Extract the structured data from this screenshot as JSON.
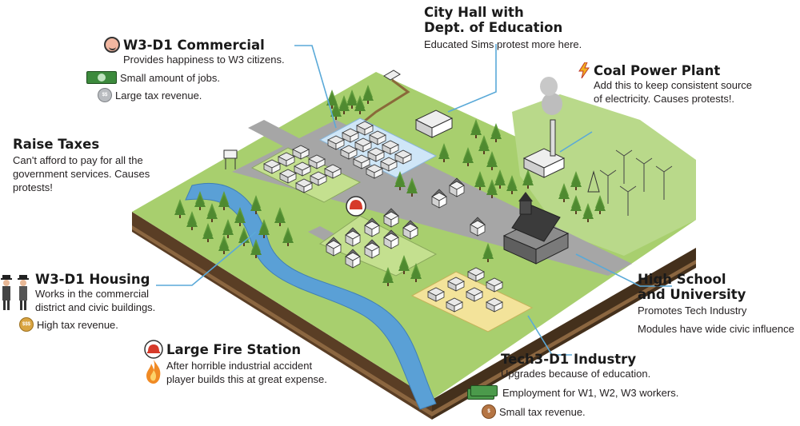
{
  "callouts": {
    "commercial": {
      "title": "W3-D1 Commercial",
      "desc": "Provides happiness to W3 citizens.",
      "jobs": "Small amount of jobs.",
      "tax": "Large tax revenue."
    },
    "city_hall": {
      "title_line1": "City Hall with",
      "title_line2": "Dept. of Education",
      "desc": "Educated Sims protest more here."
    },
    "coal": {
      "title": "Coal Power Plant",
      "desc_line1": "Add this to keep consistent source",
      "desc_line2": "of electricity. Causes protests!."
    },
    "taxes": {
      "title": "Raise Taxes",
      "desc_line1": "Can't afford to pay for all the",
      "desc_line2": "government services. Causes",
      "desc_line3": "protests!"
    },
    "housing": {
      "title": "W3-D1 Housing",
      "desc_line1": "Works in the commercial",
      "desc_line2": "district and civic buildings.",
      "tax": "High tax revenue."
    },
    "fire": {
      "title": "Large Fire Station",
      "desc_line1": "After horrible industrial accident",
      "desc_line2": "player builds this at great expense."
    },
    "school": {
      "title_line1": "High School",
      "title_line2": "and University",
      "desc_line1": "Promotes Tech Industry",
      "desc_line2": "Modules have wide civic influence"
    },
    "industry": {
      "title": "Tech3-D1 Industry",
      "desc": "Upgrades because of education.",
      "jobs": "Employment for  W1, W2, W3 workers.",
      "tax": "Small tax revenue."
    }
  },
  "coins": {
    "silver": "$$",
    "gold": "$$$",
    "bronze": "$"
  },
  "colors": {
    "grass": "#a8cf6e",
    "grass_dark": "#8fbf57",
    "soil": "#6b4a2b",
    "soil_dark": "#4e3520",
    "river": "#5aa0d6",
    "road": "#a6a6a6",
    "leader_line": "#5aa9d8",
    "commercial_zone": "#cfe6f7",
    "residential_zone": "#c4e08f",
    "industrial_zone": "#f3e39a"
  },
  "icons": [
    "smiley-icon",
    "money-bill-icon",
    "coin-icon",
    "lightning-icon",
    "sim-person-icon",
    "fire-helmet-icon",
    "flame-icon"
  ]
}
